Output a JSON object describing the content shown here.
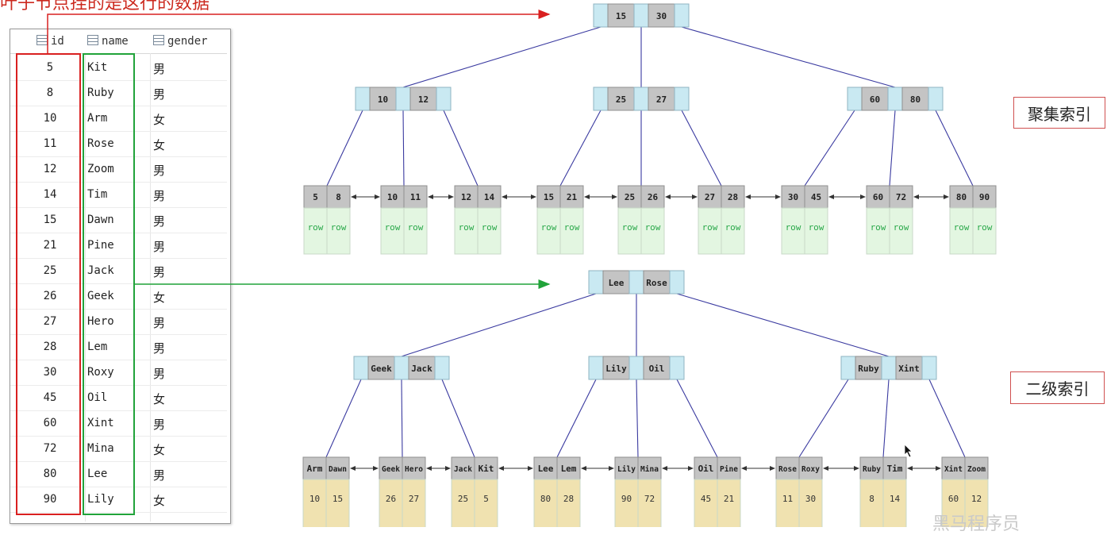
{
  "header_text": "叶子节点挂的是这行的数据",
  "table": {
    "columns": [
      "id",
      "name",
      "gender"
    ],
    "rows": [
      {
        "id": "5",
        "name": "Kit",
        "gender": "男"
      },
      {
        "id": "8",
        "name": "Ruby",
        "gender": "男"
      },
      {
        "id": "10",
        "name": "Arm",
        "gender": "女"
      },
      {
        "id": "11",
        "name": "Rose",
        "gender": "女"
      },
      {
        "id": "12",
        "name": "Zoom",
        "gender": "男"
      },
      {
        "id": "14",
        "name": "Tim",
        "gender": "男"
      },
      {
        "id": "15",
        "name": "Dawn",
        "gender": "男"
      },
      {
        "id": "21",
        "name": "Pine",
        "gender": "男"
      },
      {
        "id": "25",
        "name": "Jack",
        "gender": "男"
      },
      {
        "id": "26",
        "name": "Geek",
        "gender": "女"
      },
      {
        "id": "27",
        "name": "Hero",
        "gender": "男"
      },
      {
        "id": "28",
        "name": "Lem",
        "gender": "男"
      },
      {
        "id": "30",
        "name": "Roxy",
        "gender": "男"
      },
      {
        "id": "45",
        "name": "Oil",
        "gender": "女"
      },
      {
        "id": "60",
        "name": "Xint",
        "gender": "男"
      },
      {
        "id": "72",
        "name": "Mina",
        "gender": "女"
      },
      {
        "id": "80",
        "name": "Lee",
        "gender": "男"
      },
      {
        "id": "90",
        "name": "Lily",
        "gender": "女"
      }
    ]
  },
  "clustered": {
    "label": "聚集索引",
    "root": [
      "15",
      "30"
    ],
    "internal": [
      [
        "10",
        "12"
      ],
      [
        "25",
        "27"
      ],
      [
        "60",
        "80"
      ]
    ],
    "leaves": [
      [
        "5",
        "8"
      ],
      [
        "10",
        "11"
      ],
      [
        "12",
        "14"
      ],
      [
        "15",
        "21"
      ],
      [
        "25",
        "26"
      ],
      [
        "27",
        "28"
      ],
      [
        "30",
        "45"
      ],
      [
        "60",
        "72"
      ],
      [
        "80",
        "90"
      ]
    ],
    "leaf_payload": "row"
  },
  "secondary": {
    "label": "二级索引",
    "root": [
      "Lee",
      "Rose"
    ],
    "internal": [
      [
        "Geek",
        "Jack"
      ],
      [
        "Lily",
        "Oil"
      ],
      [
        "Ruby",
        "Xint"
      ]
    ],
    "leaves": [
      [
        "Arm",
        "Dawn"
      ],
      [
        "Geek",
        "Hero"
      ],
      [
        "Jack",
        "Kit"
      ],
      [
        "Lee",
        "Lem"
      ],
      [
        "Lily",
        "Mina"
      ],
      [
        "Oil",
        "Pine"
      ],
      [
        "Rose",
        "Roxy"
      ],
      [
        "Ruby",
        "Tim"
      ],
      [
        "Xint",
        "Zoom"
      ]
    ],
    "leaf_values": [
      [
        "10",
        "15"
      ],
      [
        "26",
        "27"
      ],
      [
        "25",
        "5"
      ],
      [
        "80",
        "28"
      ],
      [
        "90",
        "72"
      ],
      [
        "45",
        "21"
      ],
      [
        "11",
        "30"
      ],
      [
        "8",
        "14"
      ],
      [
        "60",
        "12"
      ]
    ]
  },
  "watermark": "黑马程序员",
  "colors": {
    "key_cell": "#c4c4c4",
    "pointer_cell": "#c9e9f2",
    "row_cell": "#e3f6e1",
    "value_cell": "#f0e2b0",
    "red_marker": "#d92020",
    "green_marker": "#21a33a",
    "link_line": "#3a3aa0"
  }
}
